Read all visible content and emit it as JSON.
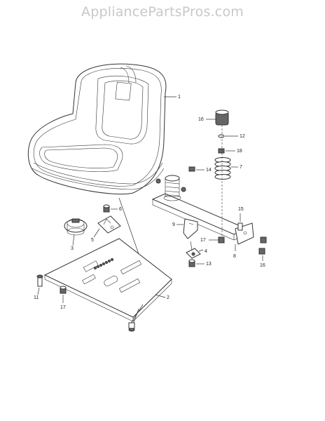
{
  "watermark": "AppliancePartsPros.com",
  "callouts": {
    "c1": "1",
    "c2": "2",
    "c3": "3",
    "c4": "4",
    "c5": "5",
    "c6": "6",
    "c7": "7",
    "c8": "8",
    "c9": "9",
    "c11": "11",
    "c12": "12",
    "c13": "13",
    "c14": "14",
    "c15": "15",
    "c16a": "16",
    "c16b": "16",
    "c17a": "17",
    "c17b": "17",
    "c18": "18"
  }
}
